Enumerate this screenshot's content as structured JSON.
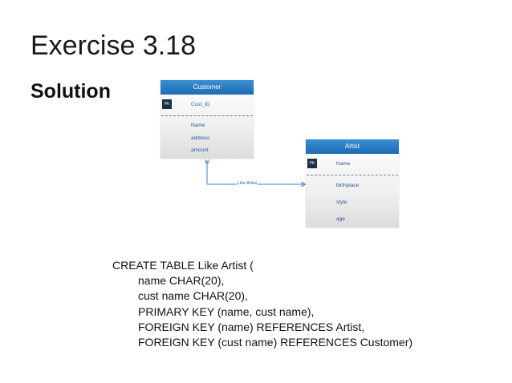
{
  "slide": {
    "title": "Exercise 3.18",
    "subtitle": "Solution"
  },
  "diagram": {
    "entities": [
      {
        "name": "Customer",
        "pk_label": "PK",
        "key_attribute": "Cust_ID",
        "attributes": [
          "Name",
          "address",
          "amount"
        ]
      },
      {
        "name": "Artist",
        "pk_label": "PK",
        "key_attribute": "Name",
        "attributes": [
          "birthplace",
          "style",
          "age"
        ]
      }
    ],
    "relationship": {
      "label": "Like Artist"
    },
    "colors": {
      "header": "#1f6bb2",
      "attribute_text": "#2b55a8",
      "pk_badge": "#1c2f4a",
      "connector": "#3d7fd0"
    }
  },
  "sql": [
    "CREATE TABLE Like Artist (",
    "name CHAR(20),",
    "cust name CHAR(20),",
    "PRIMARY KEY (name, cust name),",
    "FOREIGN KEY (name) REFERENCES Artist,",
    "FOREIGN KEY (cust name) REFERENCES Customer)"
  ]
}
